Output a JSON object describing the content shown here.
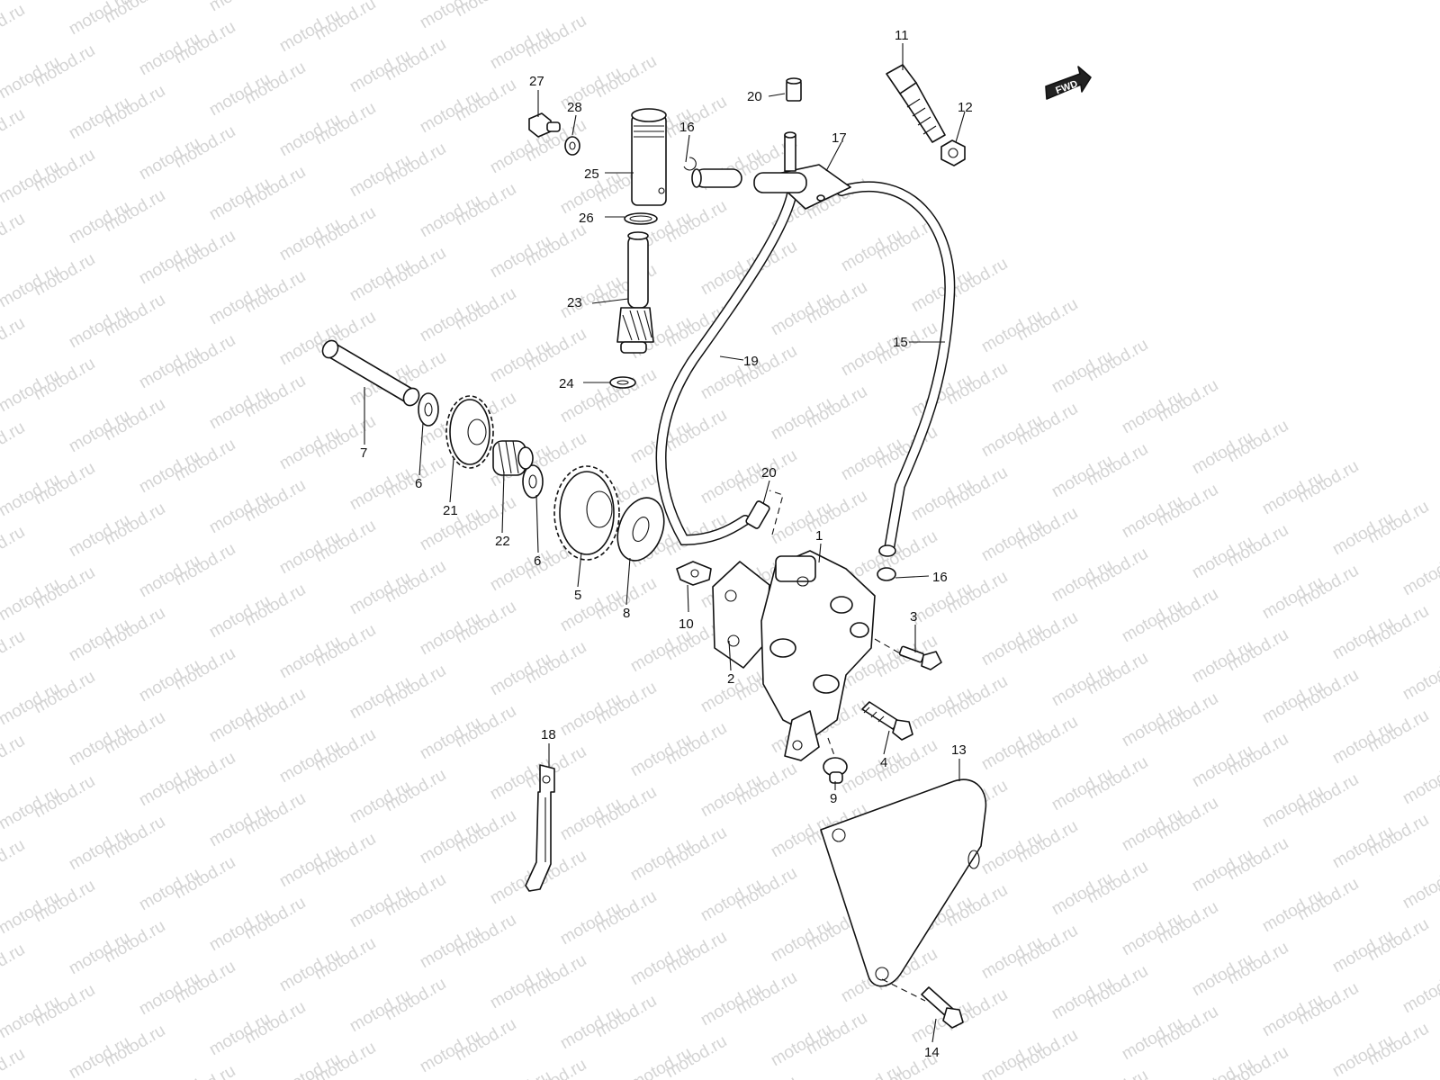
{
  "watermark_text": "motod.ru",
  "fwd_label": "FWD",
  "callouts": {
    "c1": "1",
    "c2": "2",
    "c3": "3",
    "c4": "4",
    "c5": "5",
    "c6a": "6",
    "c6b": "6",
    "c7": "7",
    "c8": "8",
    "c9": "9",
    "c10": "10",
    "c11": "11",
    "c12": "12",
    "c13": "13",
    "c14": "14",
    "c15": "15",
    "c16a": "16",
    "c16b": "16",
    "c17": "17",
    "c18": "18",
    "c19": "19",
    "c20a": "20",
    "c20b": "20",
    "c21": "21",
    "c22": "22",
    "c23": "23",
    "c24": "24",
    "c25": "25",
    "c26": "26",
    "c27": "27",
    "c28": "28"
  }
}
